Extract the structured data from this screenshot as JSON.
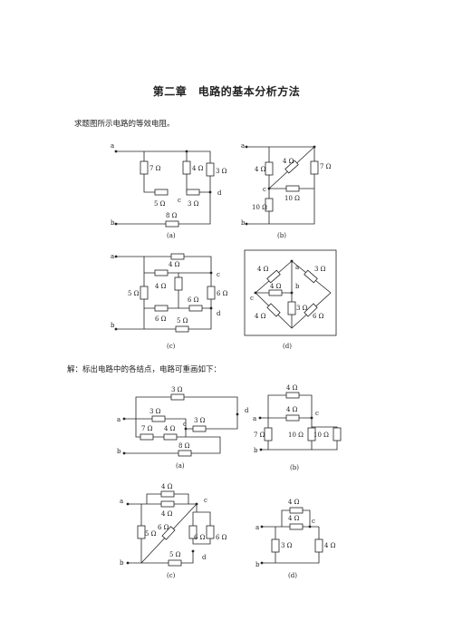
{
  "chapter_title": "第二章　电路的基本分析方法",
  "problem": "求题图所示电路的等效电阻。",
  "solution": "解：标出电路中的各结点，电路可重画如下：",
  "nodes": {
    "a": "a",
    "b": "b",
    "c": "c",
    "d": "d"
  },
  "resistors": {
    "r3": "3 Ω",
    "r4": "4 Ω",
    "r5": "5 Ω",
    "r6": "6 Ω",
    "r7": "7 Ω",
    "r8": "8 Ω",
    "r10": "10 Ω"
  },
  "captions": {
    "a": "(a)",
    "b": "(b)",
    "c": "(c)",
    "d": "(d)"
  }
}
